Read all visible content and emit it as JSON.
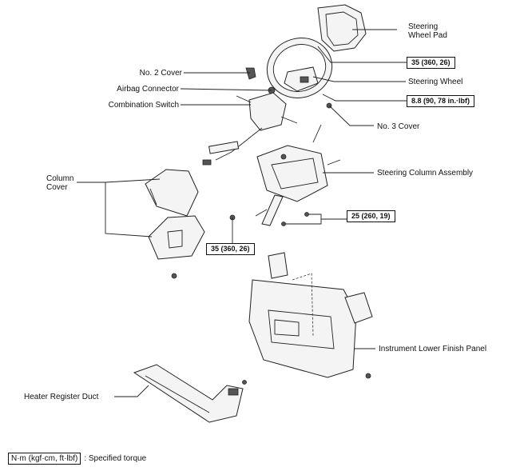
{
  "labels": {
    "steering_wheel_pad": "Steering\nWheel Pad",
    "no2_cover": "No. 2 Cover",
    "airbag_connector": "Airbag Connector",
    "combination_switch": "Combination Switch",
    "steering_wheel": "Steering Wheel",
    "no3_cover": "No. 3 Cover",
    "steering_column_assembly": "Steering Column Assembly",
    "column_cover": "Column\nCover",
    "instrument_lower_finish_panel": "Instrument Lower Finish Panel",
    "heater_register_duct": "Heater Register Duct"
  },
  "torques": {
    "pad": "35 (360, 26)",
    "wheel": "8.8 (90, 78 in.·lbf)",
    "column_nut": "25 (260, 19)",
    "column_bolt": "35 (360, 26)"
  },
  "legend": {
    "unit": "N·m (kgf·cm, ft·lbf)",
    "text": ": Specified torque"
  }
}
